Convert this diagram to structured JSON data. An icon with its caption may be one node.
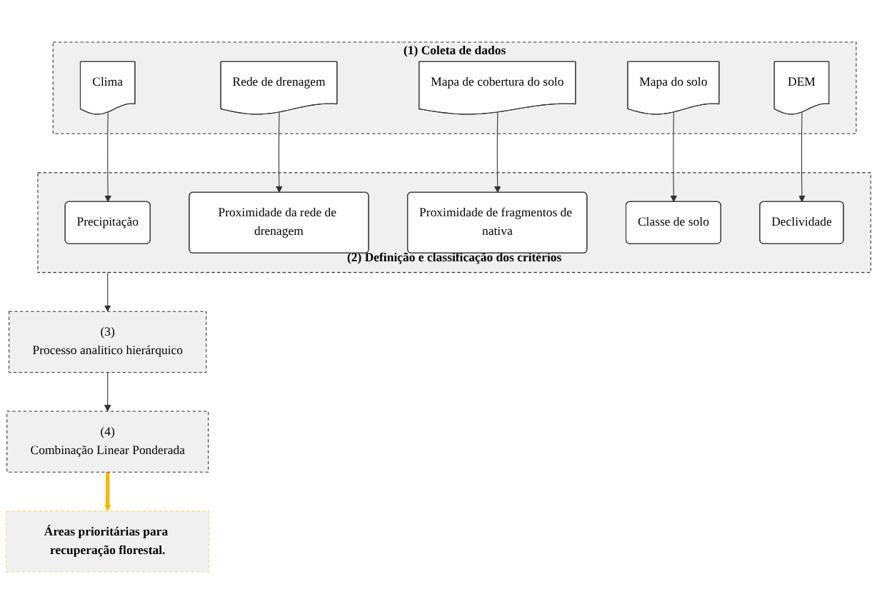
{
  "diagram": {
    "nodes": [
      {
        "text": [
          "(1) Coleta de dados"
        ]
      },
      {
        "text": [
          "Clima"
        ],
        "in": 0
      },
      {
        "text": [
          "Rede de drenagem"
        ],
        "in": 0
      },
      {
        "text": [
          "Mapa de cobertura do solo"
        ],
        "in": 0
      },
      {
        "text": [
          "Mapa do solo"
        ],
        "in": 0
      },
      {
        "text": [
          "DEM"
        ],
        "in": 0
      },
      {
        "text": [
          "(2) Definição e classificação dos critérios"
        ]
      },
      {
        "text": [
          "Precipitação"
        ],
        "in": 6
      },
      {
        "text": [
          "Proximidade da rede de drenagem"
        ],
        "in": 6
      },
      {
        "text": [
          "Proximidade de fragmentos de nativa"
        ],
        "in": 6
      },
      {
        "text": [
          "Classe de solo"
        ],
        "in": 6
      },
      {
        "text": [
          "Declividade"
        ],
        "in": 6
      },
      {
        "text": [
          "(3)",
          "Processo analitico hierárquico"
        ]
      },
      {
        "text": [
          "(4)",
          "Combinação Linear Ponderada"
        ]
      },
      {
        "text": [
          "Áreas prioritárias para recuperação florestal."
        ]
      }
    ],
    "edges": [
      {
        "from": 1,
        "to": 7,
        "arrow": "to"
      },
      {
        "from": 2,
        "to": 8,
        "arrow": "to"
      },
      {
        "from": 3,
        "to": 9,
        "arrow": "to"
      },
      {
        "from": 4,
        "to": 10,
        "arrow": "to"
      },
      {
        "from": 5,
        "to": 11,
        "arrow": "to"
      },
      {
        "from": 6,
        "to": 12,
        "arrow": "to"
      },
      {
        "from": 12,
        "to": 13,
        "arrow": "to"
      },
      {
        "from": 13,
        "to": 14,
        "arrow": "to",
        "style": "thick",
        "color": "#f5b800"
      }
    ]
  }
}
